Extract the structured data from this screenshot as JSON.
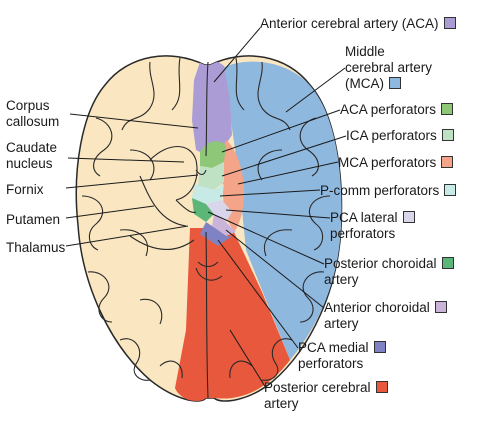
{
  "colors": {
    "background": "#ffffff",
    "brain_tissue": "#fae7c1",
    "outline": "#2a2a2a",
    "aca": "#ab9cd5",
    "mca": "#8fb8df",
    "aca_perforators": "#8fc779",
    "ica_perforators": "#bfe2c4",
    "mca_perforators": "#f3a489",
    "pcomm_perforators": "#c7eae7",
    "pca_lateral_perforators": "#d9d6ec",
    "posterior_choroidal": "#5bb677",
    "anterior_choroidal": "#cbb4da",
    "pca_medial_perforators": "#7f83c3",
    "pca": "#e8583c"
  },
  "left_labels": [
    {
      "id": "corpus-callosum",
      "lines": [
        "Corpus",
        "callosum"
      ]
    },
    {
      "id": "caudate-nucleus",
      "lines": [
        "Caudate",
        "nucleus"
      ]
    },
    {
      "id": "fornix",
      "lines": [
        "Fornix"
      ]
    },
    {
      "id": "putamen",
      "lines": [
        "Putamen"
      ]
    },
    {
      "id": "thalamus",
      "lines": [
        "Thalamus"
      ]
    }
  ],
  "right_labels": [
    {
      "id": "aca",
      "lines": [
        "Anterior cerebral artery (ACA)"
      ],
      "color_key": "aca"
    },
    {
      "id": "mca",
      "lines": [
        "Middle",
        "cerebral artery",
        "(MCA)"
      ],
      "color_key": "mca"
    },
    {
      "id": "aca-perforators",
      "lines": [
        "ACA perforators"
      ],
      "color_key": "aca_perforators"
    },
    {
      "id": "ica-perforators",
      "lines": [
        "ICA perforators"
      ],
      "color_key": "ica_perforators"
    },
    {
      "id": "mca-perforators",
      "lines": [
        "MCA perforators"
      ],
      "color_key": "mca_perforators"
    },
    {
      "id": "pcomm-perforators",
      "lines": [
        "P-comm perforators"
      ],
      "color_key": "pcomm_perforators"
    },
    {
      "id": "pca-lateral-perforators",
      "lines": [
        "PCA lateral",
        "perforators"
      ],
      "color_key": "pca_lateral_perforators"
    },
    {
      "id": "posterior-choroidal-artery",
      "lines": [
        "Posterior choroidal",
        "artery"
      ],
      "color_key": "posterior_choroidal"
    },
    {
      "id": "anterior-choroidal-artery",
      "lines": [
        "Anterior choroidal",
        "artery"
      ],
      "color_key": "anterior_choroidal"
    },
    {
      "id": "pca-medial-perforators",
      "lines": [
        "PCA medial",
        "perforators"
      ],
      "color_key": "pca_medial_perforators"
    },
    {
      "id": "posterior-cerebral-artery",
      "lines": [
        "Posterior cerebral",
        "artery"
      ],
      "color_key": "pca"
    }
  ]
}
